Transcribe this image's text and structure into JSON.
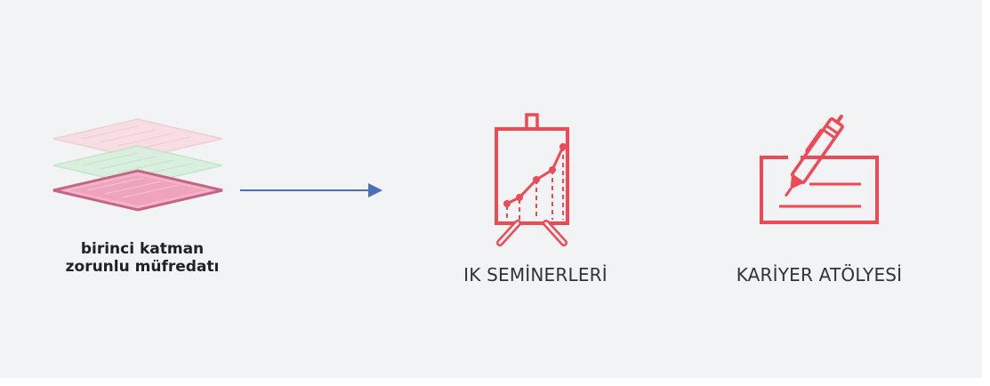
{
  "source": {
    "label_line1": "birinci katman",
    "label_line2": "zorunlu müfredatı",
    "icon": "stacked-layers-icon"
  },
  "connector": {
    "icon": "arrow-right-icon",
    "color": "#4a6fbd"
  },
  "items": [
    {
      "label": "IK SEMİNERLERİ",
      "icon": "presentation-chart-icon"
    },
    {
      "label": "KARİYER ATÖLYESİ",
      "icon": "pen-writing-icon"
    }
  ],
  "colors": {
    "accent": "#ee4a55",
    "layer_pink": "#e89bb5",
    "layer_green": "#bfe3c8",
    "background": "#f2f3f5"
  }
}
